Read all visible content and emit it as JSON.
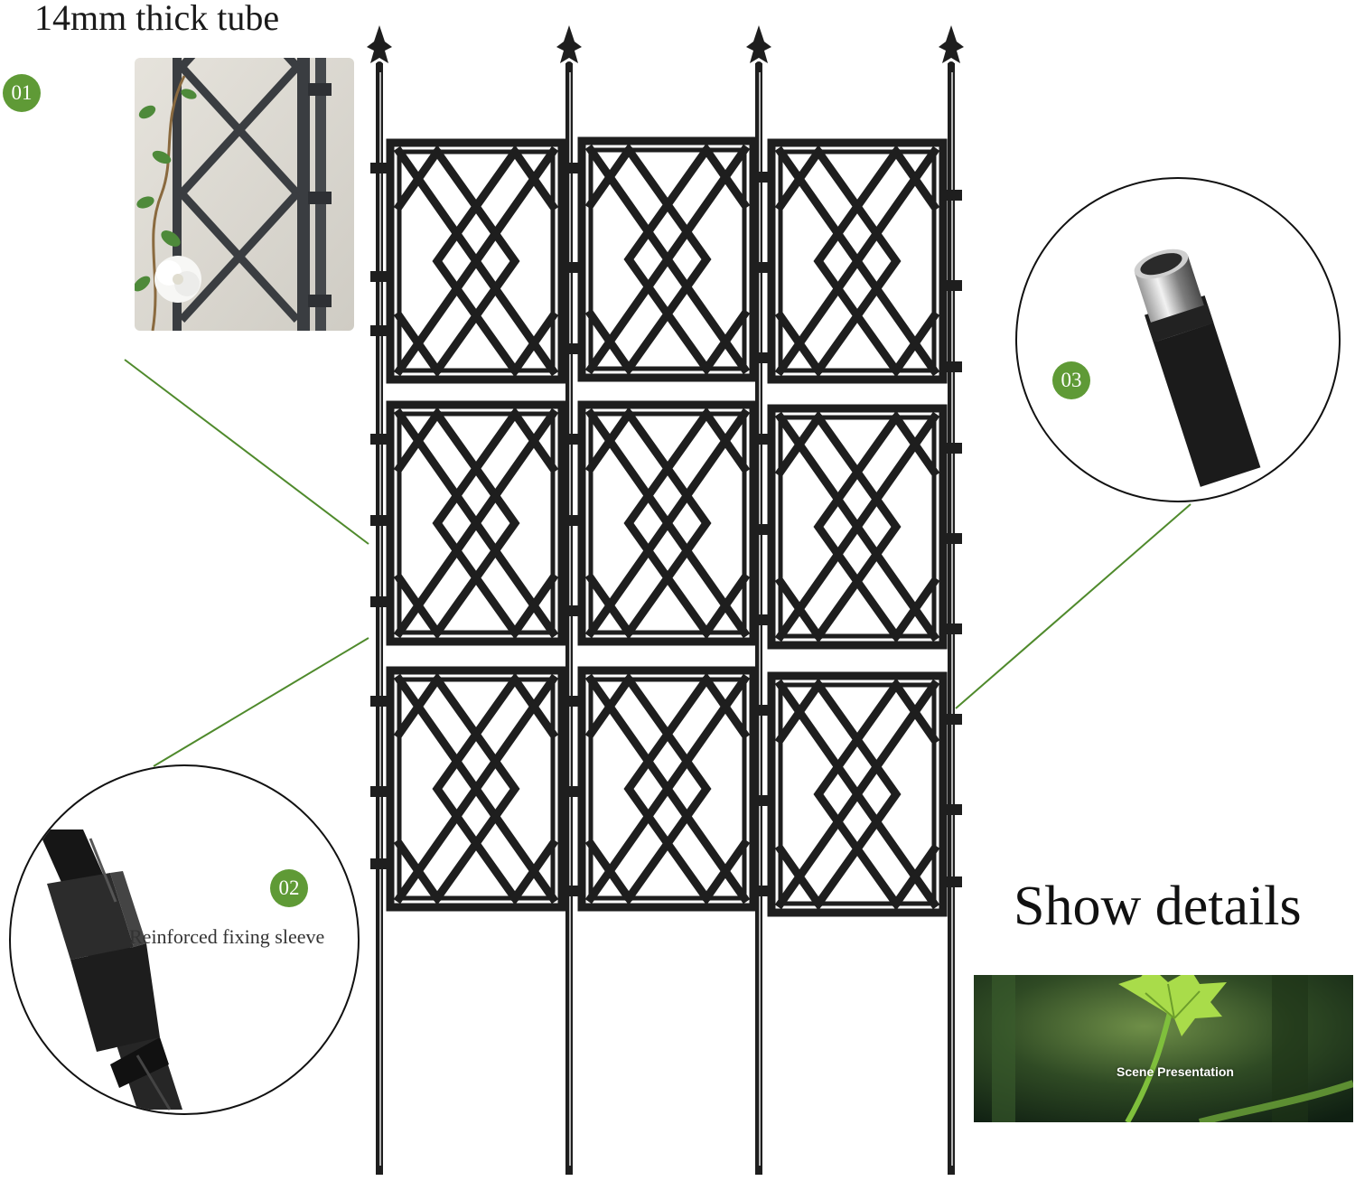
{
  "labels": {
    "tube": "14mm thick tube",
    "badge_1": "01",
    "badge_2": "02",
    "badge_3": "03",
    "sleeve": "Reinforced fixing sleeve",
    "show_details": "Show details",
    "scene": "Scene Presentation"
  },
  "colors": {
    "accent_green": "#5f9a36",
    "trellis_black": "#1e1e1e",
    "leader_line": "#4f8a2c"
  },
  "icons": [
    "trellis-panel-icon",
    "finial-icon"
  ]
}
